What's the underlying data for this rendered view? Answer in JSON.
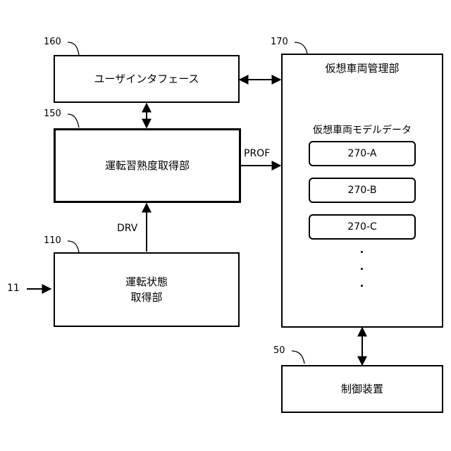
{
  "boxes": {
    "user_interface": {
      "label": "ユーザインタフェース",
      "ref": "160"
    },
    "skill_acquisition": {
      "label": "運転習熟度取得部",
      "ref": "150"
    },
    "driving_state": {
      "label_line1": "運転状態",
      "label_line2": "取得部",
      "ref": "110"
    },
    "virtual_vehicle_manager": {
      "label": "仮想車両管理部",
      "ref": "170",
      "model_data_label": "仮想車両モデルデータ"
    },
    "control_device": {
      "label": "制御装置",
      "ref": "50"
    }
  },
  "models": [
    "270-A",
    "270-B",
    "270-C"
  ],
  "signals": {
    "prof": "PROF",
    "drv": "DRV",
    "input_ref": "11"
  }
}
